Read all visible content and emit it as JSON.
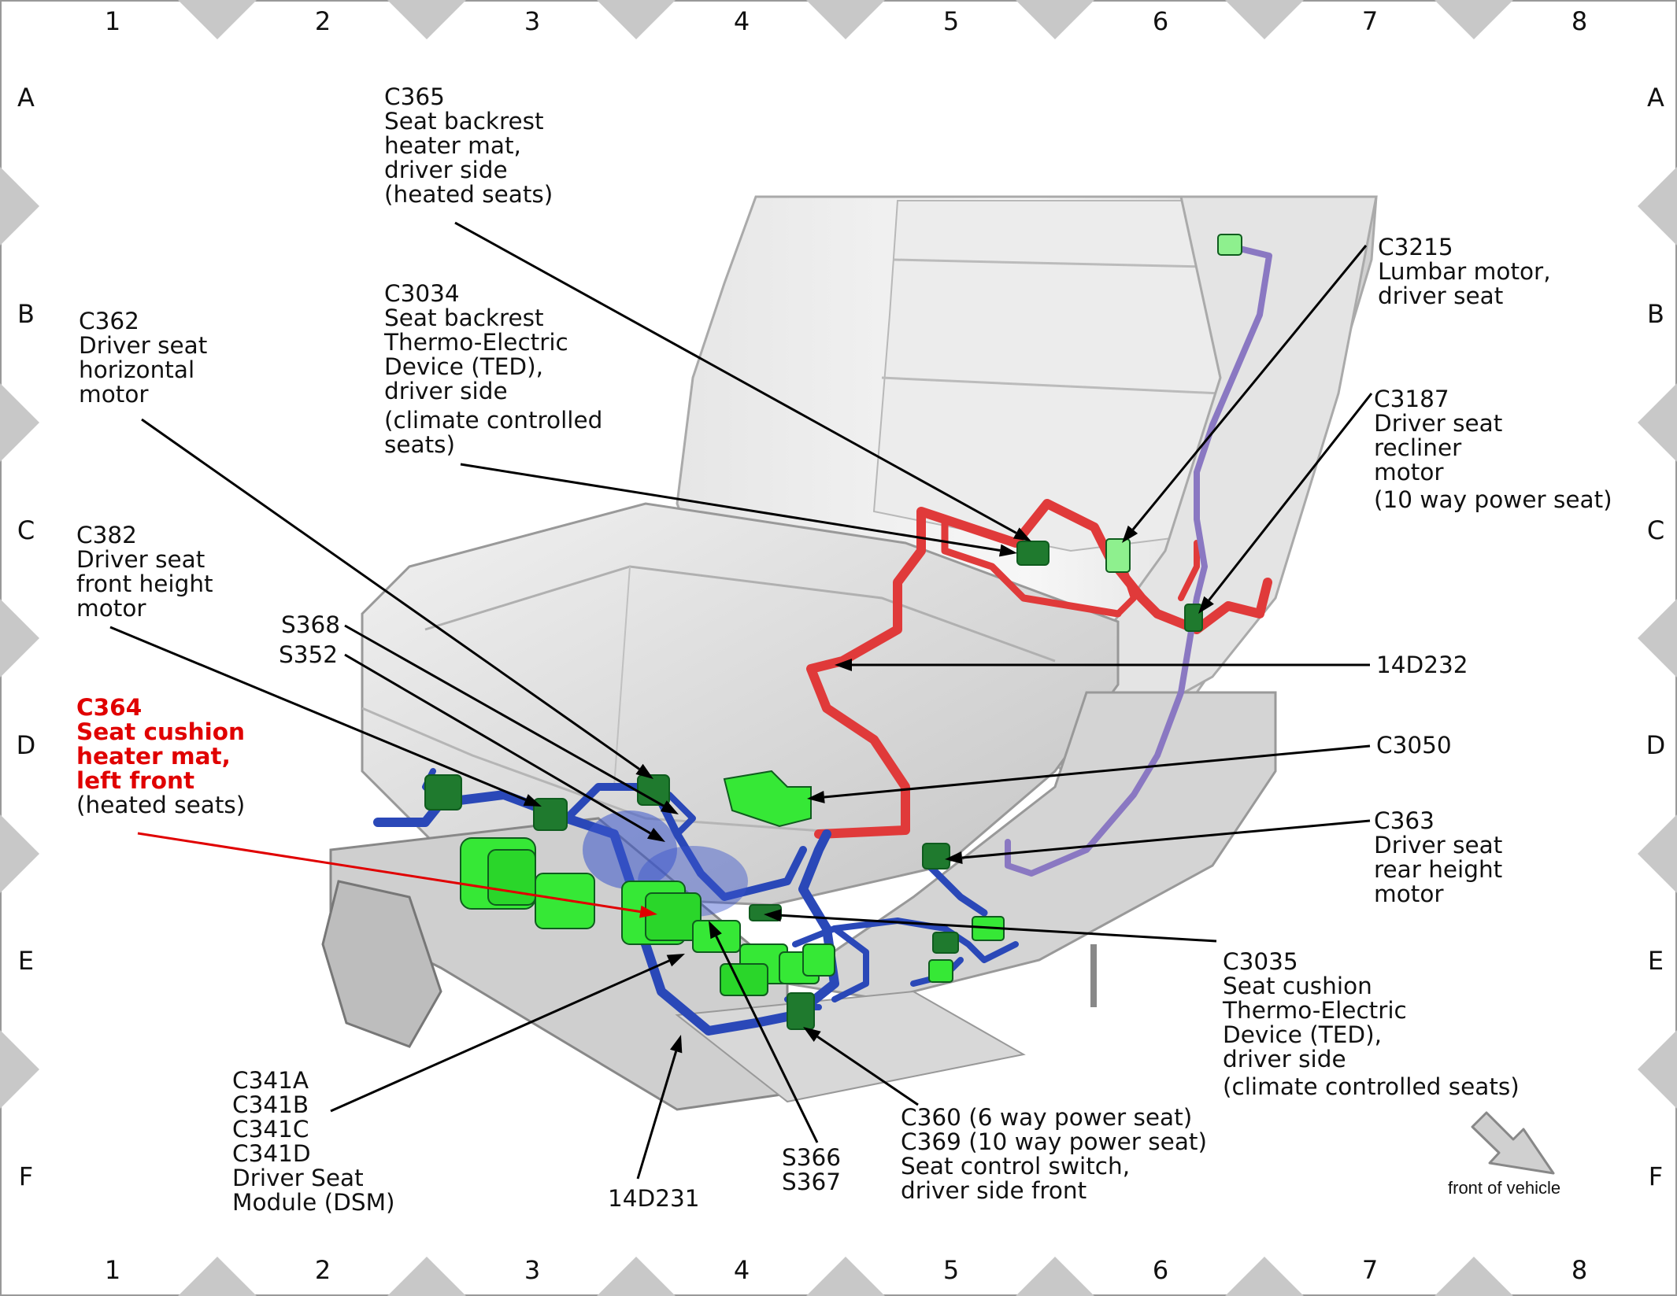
{
  "grid": {
    "columns": [
      "1",
      "2",
      "3",
      "4",
      "5",
      "6",
      "7",
      "8"
    ],
    "rows": [
      "A",
      "B",
      "C",
      "D",
      "E",
      "F"
    ]
  },
  "labels": {
    "c365": [
      "C365",
      "Seat backrest",
      "heater mat,",
      "driver side",
      "(heated seats)"
    ],
    "c3034": [
      "C3034",
      "Seat backrest",
      "Thermo-Electric",
      "Device (TED),",
      "driver side",
      "(climate controlled",
      "seats)"
    ],
    "c362": [
      "C362",
      "Driver seat",
      "horizontal",
      "motor"
    ],
    "c382": [
      "C382",
      "Driver seat",
      "front height",
      "motor"
    ],
    "s368": "S368",
    "s352": "S352",
    "c364": [
      "C364",
      "Seat cushion",
      "heater mat,",
      "left front"
    ],
    "c364_note": "(heated seats)",
    "c3215": [
      "C3215",
      "Lumbar motor,",
      "driver seat"
    ],
    "c3187": [
      "C3187",
      "Driver seat",
      "recliner",
      "motor",
      "(10 way power seat)"
    ],
    "h14d232": "14D232",
    "c3050": "C3050",
    "c363": [
      "C363",
      "Driver seat",
      "rear height",
      "motor"
    ],
    "c3035": [
      "C3035",
      "Seat cushion",
      "Thermo-Electric",
      "Device (TED),",
      "driver side",
      "(climate controlled seats)"
    ],
    "c341": [
      "C341A",
      "C341B",
      "C341C",
      "C341D",
      "Driver Seat",
      "Module (DSM)"
    ],
    "h14d231": "14D231",
    "s366": [
      "S366",
      "S367"
    ],
    "c360": [
      "C360 (6 way power seat)",
      "C369 (10 way power seat)",
      "Seat control switch,",
      "driver side front"
    ],
    "front_of_vehicle": "front of vehicle"
  },
  "colors": {
    "leader": "#000000",
    "highlight": "#e00000",
    "harness_red": "#e03030",
    "harness_blue": "#2a48b8",
    "harness_purple": "#8070b8",
    "connector_green": "#33e633",
    "connector_dark_green": "#1f7a2e",
    "seat_gray": "#d9d9d9"
  }
}
